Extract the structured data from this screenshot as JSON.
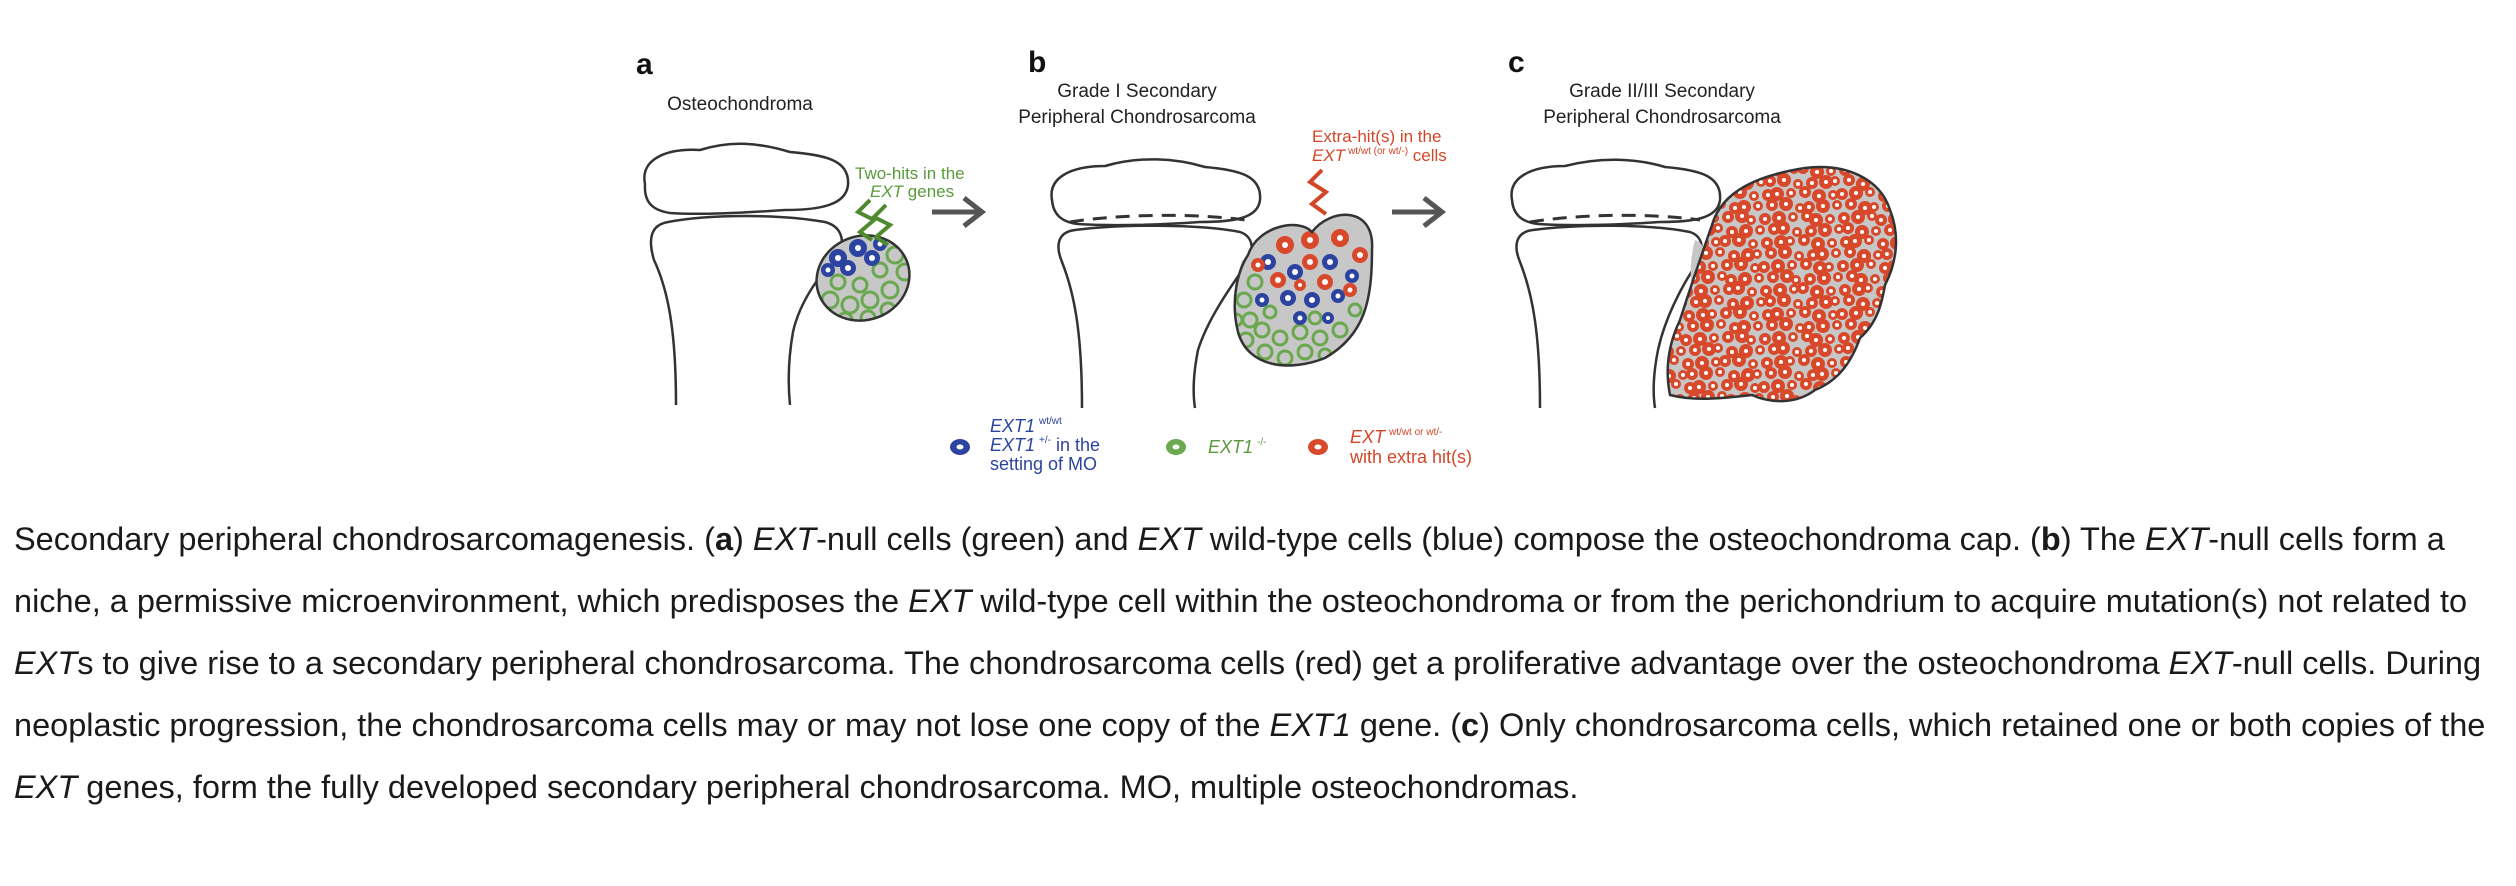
{
  "panels": {
    "a": {
      "letter": "a",
      "title_lines": [
        "Osteochondroma"
      ],
      "annotation": {
        "line1": "Two-hits in the",
        "line2_em": "EXT",
        "line2_rest": " genes"
      }
    },
    "b": {
      "letter": "b",
      "title_lines": [
        "Grade I Secondary",
        "Peripheral Chondrosarcoma"
      ],
      "annotation": {
        "line1": "Extra-hit(s) in the",
        "line2_em": "EXT",
        "line2_sup": "wt/wt (or wt/-)",
        "line2_rest": " cells"
      }
    },
    "c": {
      "letter": "c",
      "title_lines": [
        "Grade II/III Secondary",
        "Peripheral Chondrosarcoma"
      ]
    }
  },
  "legend": {
    "blue": {
      "line1_em": "EXT1",
      "line1_sup": "wt/wt",
      "line2_em": "EXT1",
      "line2_sup": "+/-",
      "line2_rest": " in the",
      "line3": "setting of MO"
    },
    "green": {
      "em": "EXT1",
      "sup": "-/-"
    },
    "red": {
      "line1_em": "EXT",
      "line1_sup": "wt/wt or wt/-",
      "line2": "with extra hit(s)"
    }
  },
  "colors": {
    "blue_cell": "#2c43a0",
    "green_cell": "#6aa84f",
    "red_cell": "#d8482a",
    "matrix": "#c7c7c7",
    "arrow": "#555555"
  },
  "caption": {
    "t1": "Secondary peripheral chondrosarcomagenesis. (",
    "b1": "a",
    "t2": ") ",
    "i1": "EXT",
    "t3": "-null cells (green) and ",
    "i2": "EXT",
    "t4": " wild-type cells (blue) compose the osteochondroma cap. (",
    "b2": "b",
    "t5": ") The ",
    "i3": "EXT",
    "t6": "-null cells form a niche, a permissive microenvironment, which predisposes the ",
    "i4": "EXT",
    "t7": " wild-type cell within the osteochondroma or from the perichondrium to acquire mutation(s) not related to ",
    "i5": "EXT",
    "t8": "s to give rise to a secondary peripheral chondrosarcoma. The chondrosarcoma cells (red) get a proliferative advantage over the osteochondroma ",
    "i6": "EXT",
    "t9": "-null cells. During neoplastic progression, the chondrosarcoma cells may or may not lose one copy of the ",
    "i7": "EXT1",
    "t10": " gene. (",
    "b3": "c",
    "t11": ") Only chondrosarcoma cells, which retained one or both copies of the ",
    "i8": "EXT",
    "t12": " genes, form the fully developed secondary peripheral chondrosarcoma. MO, multiple osteochondromas."
  }
}
